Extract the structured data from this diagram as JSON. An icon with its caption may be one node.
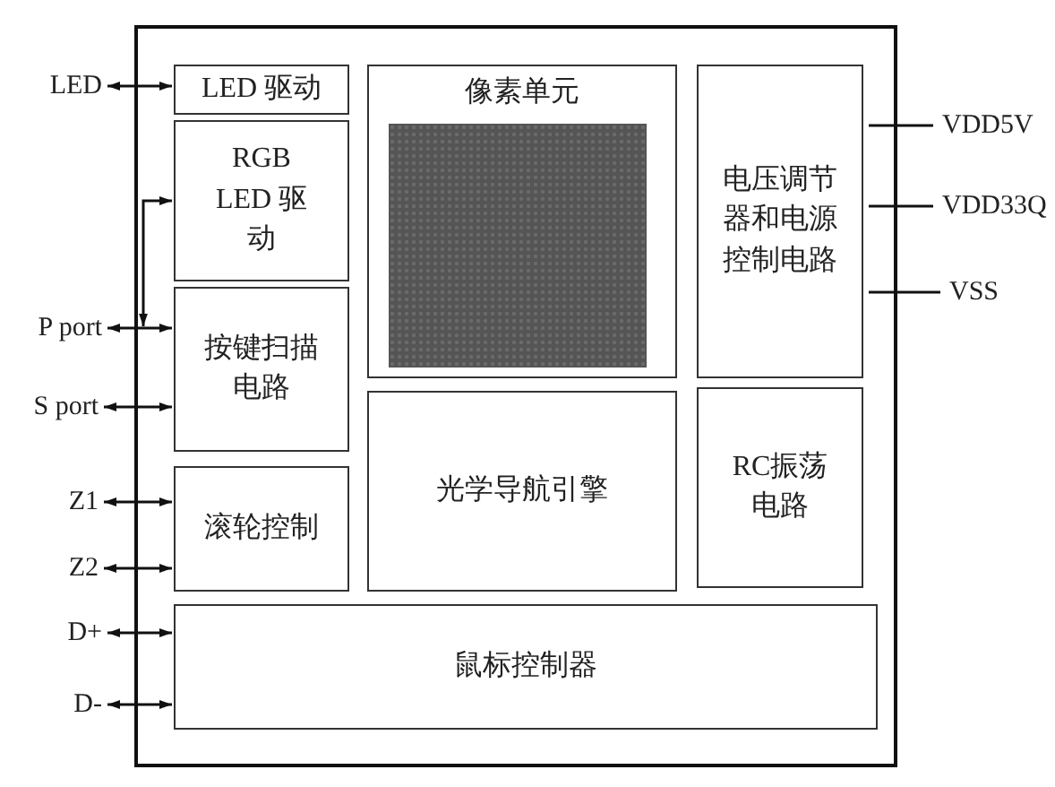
{
  "diagram": {
    "nodes": [
      {
        "text": [],
        "shape": "box"
      },
      {
        "text": [
          "LED 驱动"
        ],
        "in": 0
      },
      {
        "text": [
          "像素单元"
        ],
        "in": 0
      },
      {
        "text": [],
        "shape": "box",
        "in": 2
      },
      {
        "text": [
          "电压调节器和电源控制电路"
        ],
        "in": 0
      },
      {
        "text": [
          "RGB LED 驱动"
        ],
        "in": 0
      },
      {
        "text": [
          "按键扫描电路"
        ],
        "in": 0
      },
      {
        "text": [
          "光学导航引擎"
        ],
        "in": 0
      },
      {
        "text": [
          "RC振荡电路"
        ],
        "in": 0
      },
      {
        "text": [
          "滚轮控制"
        ],
        "in": 0
      },
      {
        "text": [
          "鼠标控制器"
        ],
        "in": 0
      },
      {
        "text": [
          "LED"
        ]
      },
      {
        "text": [
          "VDD5V"
        ]
      },
      {
        "text": [
          "VDD33Q"
        ]
      },
      {
        "text": [
          "P port"
        ]
      },
      {
        "text": [
          "VSS"
        ]
      },
      {
        "text": [
          "S port"
        ]
      },
      {
        "text": [
          "Z1"
        ]
      },
      {
        "text": [
          "Z2"
        ]
      },
      {
        "text": [
          "D+"
        ]
      },
      {
        "text": [
          "D-"
        ]
      }
    ],
    "edges": [
      {
        "from": 11,
        "to": 1,
        "arrow": "both"
      },
      {
        "from": 14,
        "to": 6,
        "arrow": "both"
      },
      {
        "from": 14,
        "to": 5,
        "arrow": "both"
      },
      {
        "from": 16,
        "to": 6,
        "arrow": "both"
      },
      {
        "from": 17,
        "to": 9,
        "arrow": "both"
      },
      {
        "from": 18,
        "to": 9,
        "arrow": "both"
      },
      {
        "from": 19,
        "to": 10,
        "arrow": "both"
      },
      {
        "from": 20,
        "to": 10,
        "arrow": "both"
      },
      {
        "from": 4,
        "to": 12,
        "arrow": "none"
      },
      {
        "from": 4,
        "to": 13,
        "arrow": "none"
      },
      {
        "from": 4,
        "to": 15,
        "arrow": "none"
      }
    ]
  }
}
